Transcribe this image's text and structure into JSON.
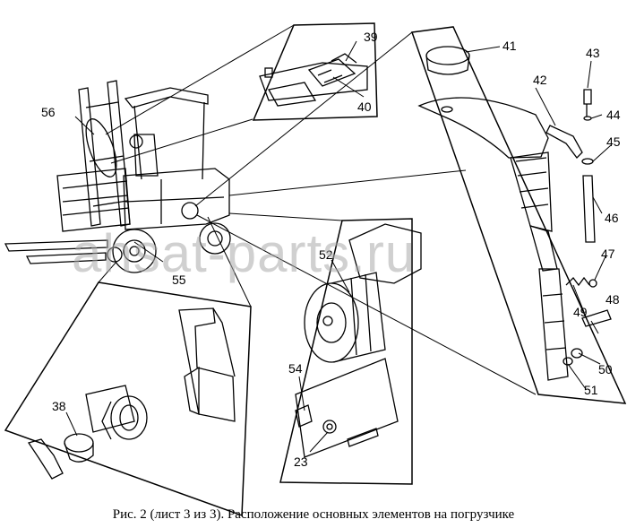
{
  "caption": "Рис. 2 (лист 3 из 3). Расположение основных элементов на погрузчике",
  "watermark": "ahsat-parts.ru",
  "callouts": {
    "c23": "23",
    "c38": "38",
    "c39": "39",
    "c40": "40",
    "c41": "41",
    "c42": "42",
    "c43": "43",
    "c44": "44",
    "c45": "45",
    "c46": "46",
    "c47": "47",
    "c48": "48",
    "c49": "49",
    "c50": "50",
    "c51": "51",
    "c52": "52",
    "c54": "54",
    "c55": "55",
    "c56": "56"
  }
}
